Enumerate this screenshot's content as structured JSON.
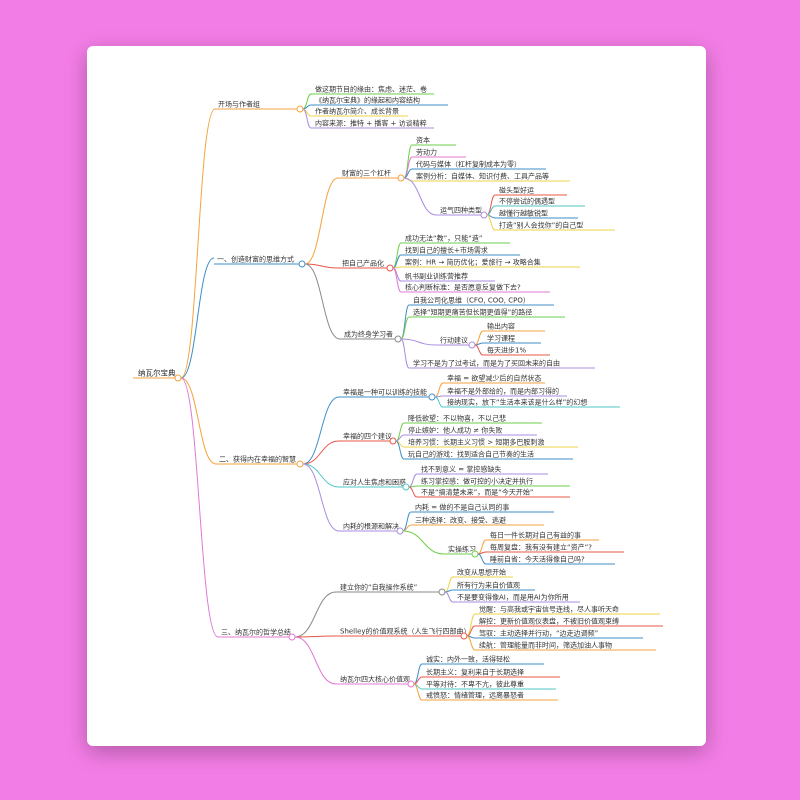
{
  "colors": {
    "background": "#f37de6",
    "card": "#ffffff",
    "orange": "#f5a33c",
    "blue": "#3f8fc8",
    "pink": "#e07ad3",
    "gray": "#8a8a8a",
    "purple": "#a98ce0",
    "green": "#6fcf4a",
    "yellow": "#efd34a",
    "red": "#e8574a",
    "teal": "#4fc7c7"
  },
  "mindmap": {
    "root": "纳瓦尔宝典",
    "branches": [
      {
        "label": "开场与作者组",
        "children": [
          {
            "label": "做这期节目的缘由：焦虑、迷茫、卷"
          },
          {
            "label": "《纳瓦尔宝典》的缘起和内容结构"
          },
          {
            "label": "作者纳瓦尔简介、成长背景"
          },
          {
            "label": "内容来源：推特 + 播客 + 访谈精粹"
          }
        ]
      },
      {
        "label": "一、创造财富的思维方式",
        "children": [
          {
            "label": "财富的三个杠杆",
            "children": [
              {
                "label": "资本"
              },
              {
                "label": "劳动力"
              },
              {
                "label": "代码与媒体（杠杆复制成本为零）"
              },
              {
                "label": "案例分析：自媒体、知识付费、工具产品等"
              },
              {
                "label": "运气四种类型",
                "children": [
                  {
                    "label": "碰头型好运"
                  },
                  {
                    "label": "不停尝试的偶遇型"
                  },
                  {
                    "label": "越懂行越敏锐型"
                  },
                  {
                    "label": "打造“别人会找你”的自己型"
                  }
                ]
              }
            ]
          },
          {
            "label": "把自己产品化",
            "children": [
              {
                "label": "成功无法“教”，只能“造”"
              },
              {
                "label": "找到自己的擅长+市场需求"
              },
              {
                "label": "案例：HR → 简历优化；爱旅行 → 攻略合集"
              },
              {
                "label": "帆书副业训练营推荐"
              },
              {
                "label": "核心判断标准：是否愿意反复做下去?"
              }
            ]
          },
          {
            "label": "成为终身学习者",
            "children": [
              {
                "label": "自我公司化思维（CFO, COO, CPO）"
              },
              {
                "label": "选择“短期更痛苦但长期更值得”的路径"
              },
              {
                "label": "行动建议",
                "children": [
                  {
                    "label": "输出内容"
                  },
                  {
                    "label": "学习课程"
                  },
                  {
                    "label": "每天进步1%"
                  }
                ]
              },
              {
                "label": "学习不是为了过考试，而是为了买回未来的自由"
              }
            ]
          }
        ]
      },
      {
        "label": "二、获得内在幸福的智慧",
        "children": [
          {
            "label": "幸福是一种可以训练的技能",
            "children": [
              {
                "label": "幸福 = 欲望减少后的自然状态"
              },
              {
                "label": "幸福不是外部给的，而是内部习得的"
              },
              {
                "label": "接纳现实，放下“生活本来该是什么样”的幻想"
              }
            ]
          },
          {
            "label": "幸福的四个建议",
            "children": [
              {
                "label": "降低欲望：不以物喜，不以己悲"
              },
              {
                "label": "停止嫉妒：他人成功 ≠ 你失败"
              },
              {
                "label": "培养习惯：长期主义习惯 > 短期多巴胺刺激"
              },
              {
                "label": "玩自己的游戏：找到适合自己节奏的生活"
              }
            ]
          },
          {
            "label": "应对人生焦虑和困惑",
            "children": [
              {
                "label": "找不到意义 = 掌控感缺失"
              },
              {
                "label": "练习掌控感：做可控的小决定并执行"
              },
              {
                "label": "不是“搞清楚未来”，而是“今天开始”"
              }
            ]
          },
          {
            "label": "内耗的根源和解决",
            "children": [
              {
                "label": "内耗 = 做的不是自己认同的事"
              },
              {
                "label": "三种选择：改变、接受、逃避"
              },
              {
                "label": "实操练习",
                "children": [
                  {
                    "label": "每日一件长期对自己有益的事"
                  },
                  {
                    "label": "每周复盘：我有没有建立“资产”?"
                  },
                  {
                    "label": "睡前自省：今天活得像自己吗?"
                  }
                ]
              }
            ]
          }
        ]
      },
      {
        "label": "三、纳瓦尔的哲学总结",
        "children": [
          {
            "label": "建立你的“自我操作系统”",
            "children": [
              {
                "label": "改变从思想开始"
              },
              {
                "label": "所有行为来自价值观"
              },
              {
                "label": "不是要变得像AI，而是用AI为你所用"
              }
            ]
          },
          {
            "label": "Shelley的价值观系统（人生飞行四部曲）",
            "children": [
              {
                "label": "觉醒：与高我或宇宙信号连线，尽人事听天命"
              },
              {
                "label": "解控：更新价值观仪表盘，不被旧价值观束缚"
              },
              {
                "label": "驾驭：主动选择并行动，“边走边调频”"
              },
              {
                "label": "续航：管理能量而非时间，筛选加油人事物"
              }
            ]
          },
          {
            "label": "纳瓦尔四大核心价值观",
            "children": [
              {
                "label": "诚实：内外一致，活得轻松"
              },
              {
                "label": "长期主义：复利来自于长期选择"
              },
              {
                "label": "平等对待：不卑不亢，彼此尊重"
              },
              {
                "label": "戒愤怒：情绪管理，远离暴怒者"
              }
            ]
          }
        ]
      }
    ]
  }
}
